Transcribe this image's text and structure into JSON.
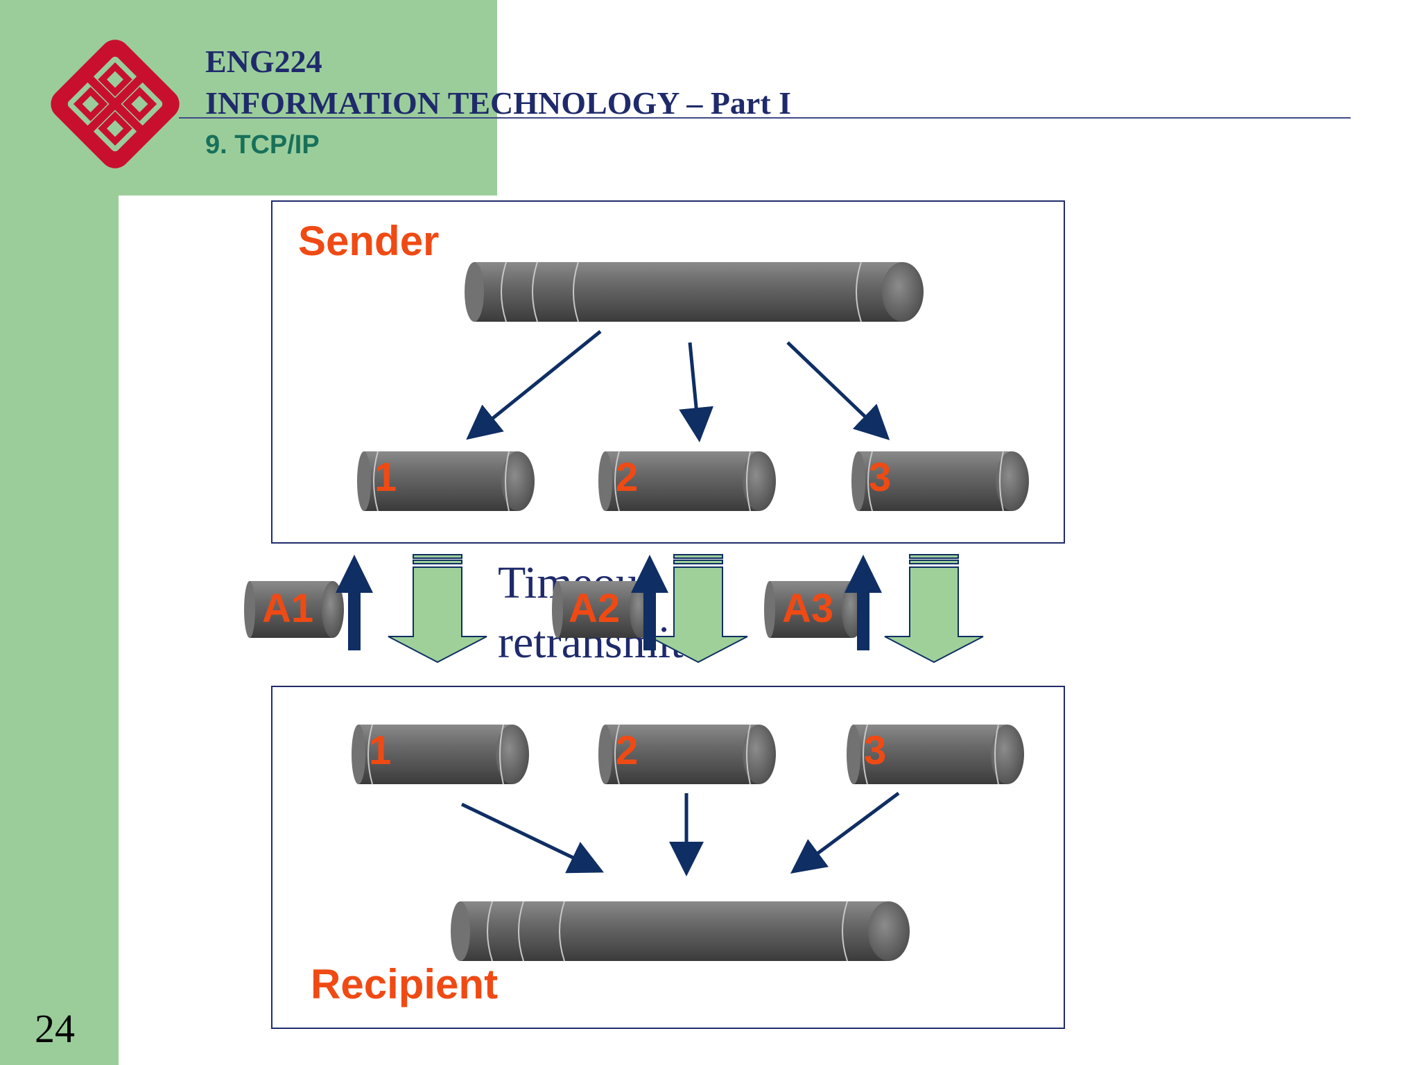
{
  "header": {
    "course_code": "ENG224",
    "course_title": "INFORMATION TECHNOLOGY – Part I",
    "section": "9. TCP/IP"
  },
  "slide": {
    "page_number": "24",
    "sender_label": "Sender",
    "recipient_label": "Recipient",
    "timeout_line1": "Timeout",
    "timeout_line2": "retransmit",
    "sender_segments": [
      "1",
      "2",
      "3"
    ],
    "recipient_segments": [
      "1",
      "2",
      "3"
    ],
    "acks": [
      "A1",
      "A2",
      "A3"
    ]
  },
  "colors": {
    "sidebar": "#9bcd9b",
    "label_orange": "#f04a14",
    "arrow_navy": "#0f2e63",
    "down_arrow_fill": "#9fd09a",
    "title_navy": "#1f2a6b",
    "section_green": "#18705a",
    "logo_red": "#c8102e"
  }
}
